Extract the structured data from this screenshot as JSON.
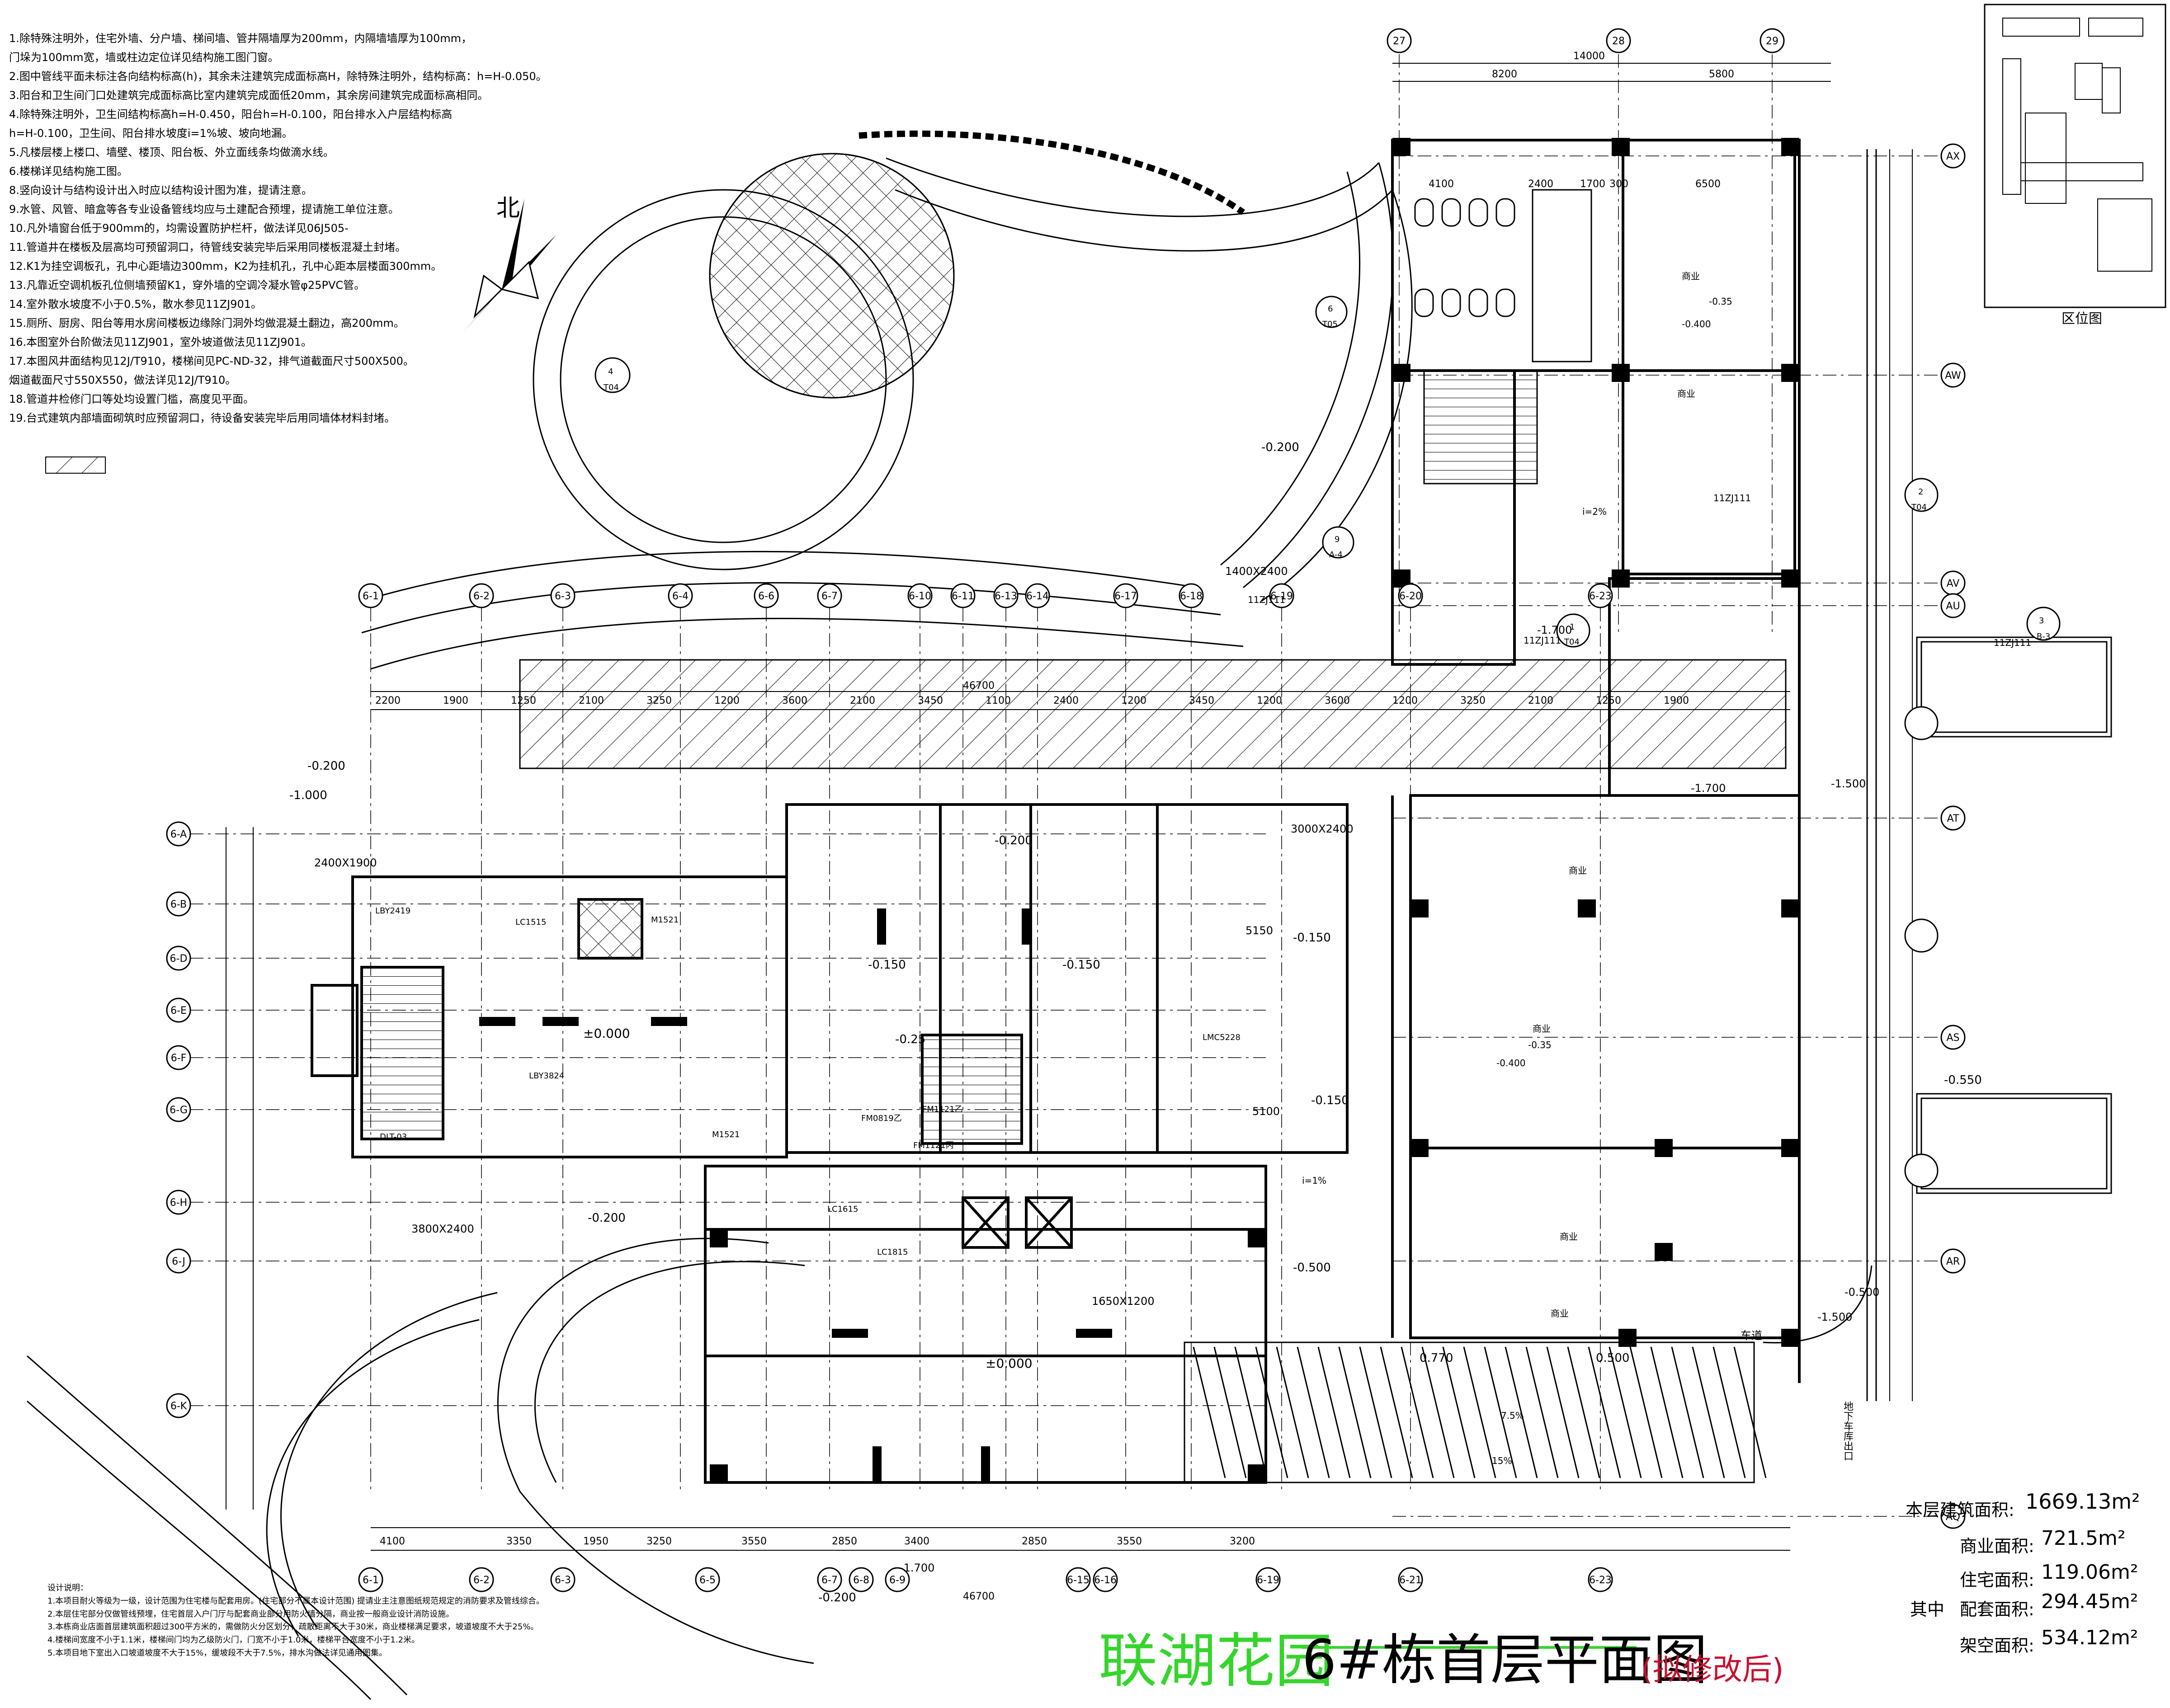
{
  "notes": [
    "1.除特殊注明外，住宅外墙、分户墙、梯间墙、管井隔墙厚为200mm，内隔墙墙厚为100mm，",
    "  门垛为100mm宽，墙或柱边定位详见结构施工图门窗。",
    "2.图中管线平面未标注各向结构标高(h)，其余未注建筑完成面标高H，除特殊注明外，结构标高：h=H-0.050。",
    "3.阳台和卫生间门口处建筑完成面标高比室内建筑完成面低20mm，其余房间建筑完成面标高相同。",
    "4.除特殊注明外，卫生间结构标高h=H-0.450，阳台h=H-0.100，阳台排水入户层结构标高",
    "  h=H-0.100，卫生间、阳台排水坡度i=1%坡、坡向地漏。",
    "5.凡楼层楼上楼口、墙壁、楼顶、阳台板、外立面线条均做滴水线。",
    "6.楼梯详见结构施工图。",
    "8.竖向设计与结构设计出入时应以结构设计图为准，提请注意。",
    "9.水管、风管、暗盒等各专业设备管线均应与土建配合预埋，提请施工单位注意。",
    "10.凡外墙窗台低于900mm的，均需设置防护栏杆，做法详见06J505-",
    "11.管道井在楼板及层高均可预留洞口，待管线安装完毕后采用同楼板混凝土封堵。",
    "12.K1为挂空调板孔，孔中心距墙边300mm，K2为挂机孔，孔中心距本层楼面300mm。",
    "13.凡靠近空调机板孔位侧墙预留K1，穿外墙的空调冷凝水管φ25PVC管。",
    "14.室外散水坡度不小于0.5%，散水参见11ZJ901。",
    "15.厕所、厨房、阳台等用水房间楼板边缘除门洞外均做混凝土翻边，高200mm。",
    "16.本图室外台阶做法见11ZJ901，室外坡道做法见11ZJ901。",
    "17.本图风井面结构见12J/T910，楼梯间见PC-ND-32，排气道截面尺寸500X500。",
    "  烟道截面尺寸550X550，做法详见12J/T910。",
    "18.管道井检修门口等处均设置门槛，高度见平面。",
    "19.台式建筑内部墙面砌筑时应预留洞口，待设备安装完毕后用同墙体材料封堵。"
  ],
  "north_label": "北",
  "top_dimensions": {
    "total": "14000",
    "left": "8200",
    "right": "5800",
    "a": "4100",
    "b": "2400",
    "c": "1700",
    "d": "300",
    "e": "6500"
  },
  "top_axes": [
    "27",
    "28",
    "29"
  ],
  "right_axes": [
    "AX",
    "AW",
    "AV",
    "AU",
    "AT",
    "AS",
    "AR",
    "AQ"
  ],
  "main_axes": [
    "6-1",
    "6-2",
    "6-3",
    "6-4",
    "6-6",
    "6-7",
    "6-10",
    "6-11",
    "6-13",
    "6-14",
    "6-17",
    "6-18",
    "6-19",
    "6-20",
    "6-23"
  ],
  "bottom_axes": [
    "6-1",
    "6-2",
    "6-3",
    "6-5",
    "6-7",
    "6-8",
    "6-9",
    "6-15",
    "6-16",
    "6-19",
    "6-21",
    "6-23"
  ],
  "left_axes": [
    "6-A",
    "6-B",
    "6-D",
    "6-E",
    "6-F",
    "6-G",
    "6-H",
    "6-J",
    "6-K"
  ],
  "dim_row_main": [
    "2200",
    "1900",
    "1250",
    "2100",
    "3250",
    "1200",
    "3600",
    "2100",
    "3450",
    "1100",
    "2400",
    "1200",
    "3450",
    "1200",
    "3600",
    "1200",
    "3250",
    "2100",
    "1250",
    "1900"
  ],
  "total_width": "46700",
  "dim_row_bottom": [
    "4100",
    "3350",
    "1950",
    "3250",
    "3550",
    "2850",
    "3400",
    "2850",
    "3550",
    "3200"
  ],
  "rooms": {
    "shop": "商业",
    "shop_elev": "-0.35",
    "shop_elev2": "-0.400",
    "lobby_elev": "±0.000",
    "elev_a": "-0.150",
    "elev_b": "-0.200",
    "elev_c": "-0.550",
    "elev_d": "-1.000",
    "elev_e": "-1.500",
    "elev_f": "-1.700",
    "elev_g": "-0.25",
    "elev_h": "0.770",
    "elev_i": "0.500",
    "elev_j": "-0.500"
  },
  "door_window_labels": [
    "M1521",
    "LC1515",
    "LC1815",
    "LC1615",
    "FM0819乙",
    "FM1121乙",
    "LBY2419",
    "LBY3824",
    "DLT-03",
    "LMC5228",
    "M1521",
    "FM1121丙"
  ],
  "window_sizes": [
    "2400X1900",
    "1400X2400",
    "3000X2400",
    "3800X2400",
    "1650X1200",
    "5150",
    "5100"
  ],
  "parking_label": "车道",
  "ramp_label": "地下车库出口",
  "location_map_label": "区位图",
  "stats": {
    "total_area_label": "本层建筑面积:",
    "total_area": "1669.13m²",
    "shop_label": "商业面积:",
    "shop_area": "721.5m²",
    "residential_label": "住宅面积:",
    "residential_area": "119.06m²",
    "support_label": "配套面积:",
    "support_area": "294.45m²",
    "open_label": "架空面积:",
    "open_area": "534.12m²",
    "of_which": "其中"
  },
  "title_green": "联湖花园",
  "title_black": "6#栋首层平面图",
  "title_red": "(拟修改后)",
  "bottom_notes": [
    "设计说明：",
    "1.本项目耐火等级为一级，设计范围为住宅楼与配套用房。(住宅部分不属本设计范围) 提请业主注意图纸规范规定的消防要求及管线综合。",
    "2.本层住宅部分仅做管线预埋，住宅首层入户门厅与配套商业部分用防火墙分隔，商业按一般商业设计消防设施。",
    "3.本栋商业店面首层建筑面积超过300平方米的，需做防火分区划分，疏散距离不大于30米，商业楼梯满足要求，坡道坡度不大于25%。",
    "4.楼梯间宽度不小于1.1米，楼梯间门均为乙级防火门，门宽不小于1.0米，楼梯平台宽度不小于1.2米。",
    "5.本项目地下室出入口坡道坡度不大于15%，缓坡段不大于7.5%，排水沟做法详见通用图集。"
  ],
  "section_refs": [
    "4",
    "T04",
    "6",
    "T05",
    "9",
    "A-4",
    "1",
    "T04",
    "2",
    "T04",
    "3",
    "B-3"
  ],
  "ref_11zj": "11ZJ111",
  "slope_labels": [
    "i=1%",
    "i=2%",
    "7.5%",
    "15%"
  ]
}
